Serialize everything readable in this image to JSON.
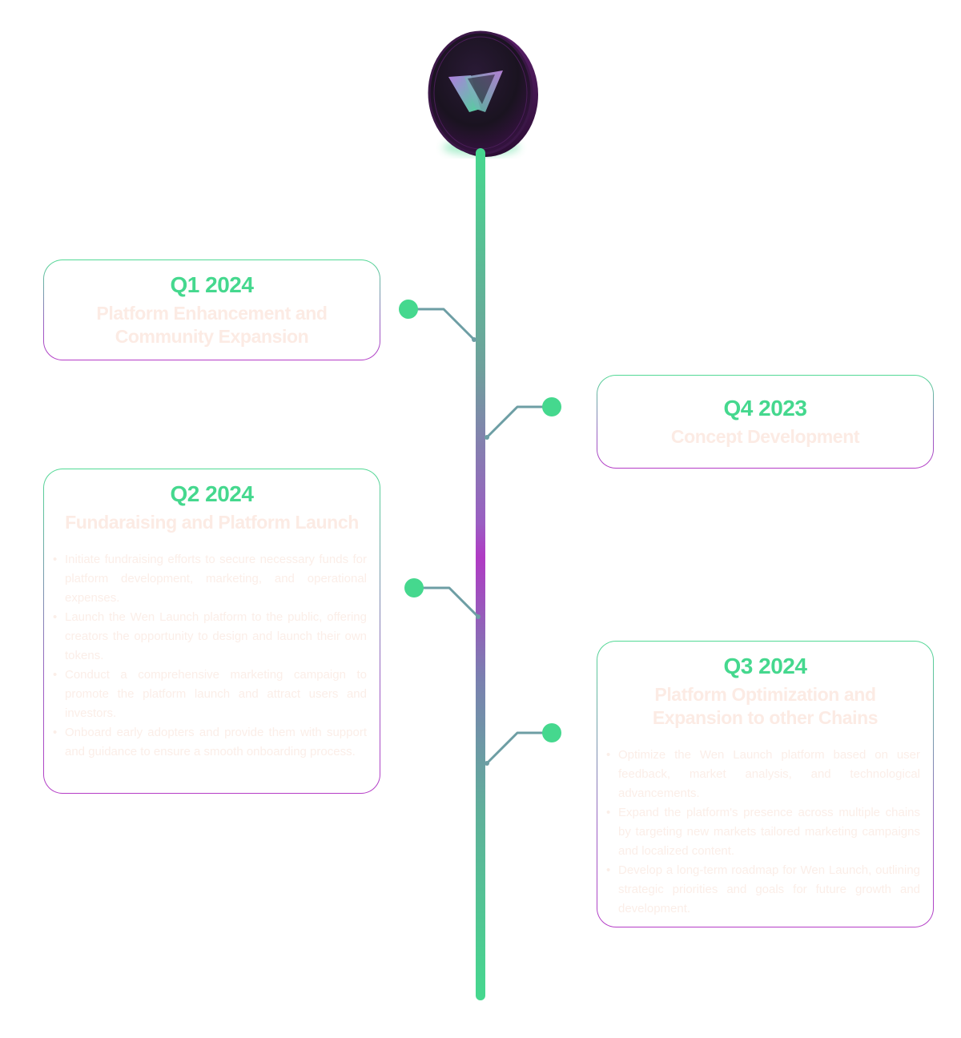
{
  "colors": {
    "accent_green": "#45d88e",
    "accent_purple": "#b03ac4",
    "connector": "#6d9ea4",
    "muted_text": "#fcebe4"
  },
  "logo": {
    "icon": "wen-launch-coin-logo"
  },
  "milestones": [
    {
      "id": "q1-2024",
      "quarter": "Q1 2024",
      "title": "Platform Enhancement and Community Expansion",
      "items": []
    },
    {
      "id": "q4-2023",
      "quarter": "Q4 2023",
      "title": "Concept Development",
      "items": []
    },
    {
      "id": "q2-2024",
      "quarter": "Q2 2024",
      "title": "Fundaraising and Platform Launch",
      "items": [
        "Initiate fundraising efforts to secure necessary funds for platform development, marketing, and operational expenses.",
        "Launch the Wen Launch platform to the public, offering creators the opportunity to design and launch their own tokens.",
        "Conduct a comprehensive marketing campaign to promote the platform launch and attract users and investors.",
        "Onboard early adopters and provide them with support and guidance to ensure a smooth onboarding process."
      ]
    },
    {
      "id": "q3-2024",
      "quarter": "Q3 2024",
      "title": "Platform Optimization and Expansion to other Chains",
      "items": [
        "Optimize the Wen Launch platform based on user feedback, market analysis, and technological advancements.",
        "Expand the platform's presence across multiple chains by targeting new markets tailored marketing campaigns and localized content.",
        "Develop a long-term roadmap for Wen Launch, outlining strategic priorities and goals for future growth and development."
      ]
    }
  ]
}
